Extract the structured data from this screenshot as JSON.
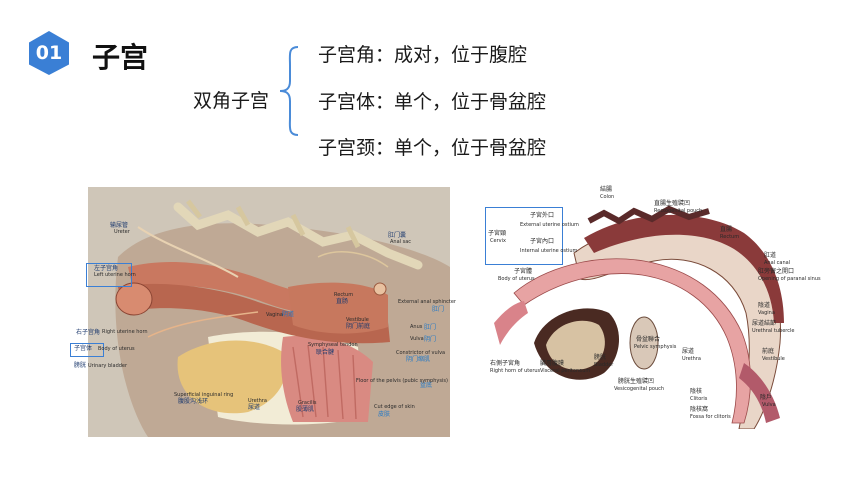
{
  "badge": {
    "number": "01",
    "color": "#3a7fd5"
  },
  "title": "子宫",
  "term": "双角子宫",
  "lines": [
    "子宫角：成对，位于腹腔",
    "子宫体：单个，位于骨盆腔",
    "子宫颈：单个，位于骨盆腔"
  ],
  "left_figure": {
    "labels": {
      "ureter_cn": "输尿管",
      "ureter_en": "Ureter",
      "left_horn_cn": "左子宫角",
      "left_horn_en": "Left uterine horn",
      "right_horn_cn": "右子宫角",
      "right_horn_en": "Right uterine horn",
      "body_cn": "子宫体",
      "body_en": "Body of uterus",
      "bladder_cn": "膀胱",
      "bladder_en": "Urinary bladder",
      "vagina_en": "Vagina",
      "vagina_cn": "阴道",
      "rectum_en": "Rectum",
      "rectum_cn": "直肠",
      "anal_sac_cn": "肛门囊",
      "anal_sac_en": "Anal sac",
      "ext_sphincter_en": "External anal sphincter",
      "anus_cn": "肛门",
      "anus_en": "Anus",
      "anus2_cn": "肛门",
      "vulva_en": "Vulva",
      "vulva_cn": "阴门",
      "vestibule_en": "Vestibule",
      "vestibule_cn": "阴门前庭",
      "constrictor_en": "Constrictor of vulva",
      "constrictor_cn": "阴门缩肌",
      "symphysis_en": "Symphyseal tendon",
      "symphysis_cn": "联合腱",
      "urethra_en": "Urethra",
      "urethra_cn": "尿道",
      "gracilis_en": "Gracilis",
      "gracilis_cn": "股薄肌",
      "inguinal_en": "Superficial inguinal ring",
      "inguinal_cn": "腹股沟浅环",
      "pelvic_floor_en": "Floor of the pelvis (pubic symphysis)",
      "pelvic_floor_cn": "盆底",
      "skin_en": "Cut edge of skin",
      "skin_cn": "皮肤"
    }
  },
  "right_figure": {
    "labels": {
      "colon_cn": "結腸",
      "colon_en": "Colon",
      "pouch_cn": "直腸生殖襞凹",
      "pouch_en": "Rectogenital pouch",
      "rectum_cn": "直腸",
      "rectum_en": "Rectum",
      "anal_canal_cn": "肛道",
      "anal_canal_en": "Anal canal",
      "paranal_cn": "肛旁竇之開口",
      "paranal_en": "Opening of paranal sinus",
      "cervix_cn": "子宮頸",
      "cervix_en": "Cervix",
      "ext_os_cn": "子宮外口",
      "ext_os_en": "External uterine ostium",
      "int_os_cn": "子宮內口",
      "int_os_en": "Internal uterine ostium",
      "body_cn": "子宮體",
      "body_en": "Body of uterus",
      "vagina_cn": "陰道",
      "vagina_en": "Vagina",
      "tubercle_cn": "尿道結節",
      "tubercle_en": "Urethral tubercle",
      "urethra_cn": "尿道",
      "urethra_en": "Urethra",
      "vestibule_cn": "前庭",
      "vestibule_en": "Vestibule",
      "vulva_cn": "陰戶",
      "vulva_en": "Vulva",
      "bladder_cn": "膀胱",
      "bladder_en": "Bladder",
      "peritoneum_cn": "臟層腹膜",
      "peritoneum_en": "Visceral peritoneum",
      "symph_cn": "骨盆聯合",
      "symph_en": "Pelvic symphysis",
      "vesico_cn": "膀胱生殖襞凹",
      "vesico_en": "Vesicogenital pouch",
      "horn_cn": "右側子宮角",
      "horn_en": "Right horn of uterus",
      "clitoris_cn": "陰核",
      "clitoris_en": "Clitoris",
      "fossa_cn": "陰核窩",
      "fossa_en": "Fossa for clitoris"
    }
  }
}
